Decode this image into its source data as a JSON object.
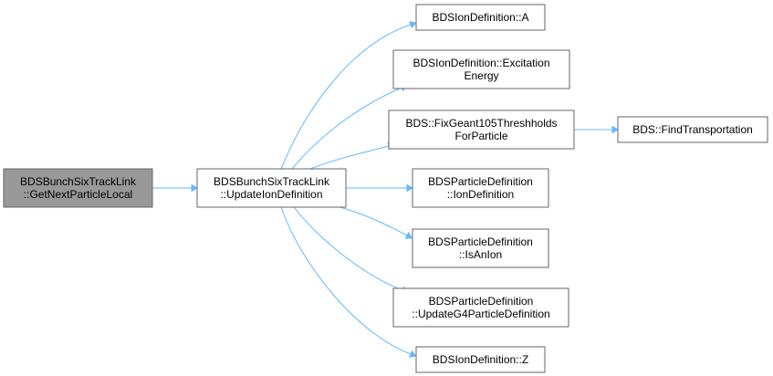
{
  "colors": {
    "edge": "#63b8ff",
    "node_border": "#666666",
    "focus_node_fill": "#999999",
    "node_fill": "#ffffff"
  },
  "nodes": [
    {
      "id": "getnext",
      "lines": [
        "BDSBunchSixTrackLink",
        "::GetNextParticleLocal"
      ],
      "focus": true
    },
    {
      "id": "updateion",
      "lines": [
        "BDSBunchSixTrackLink",
        "::UpdateIonDefinition"
      ]
    },
    {
      "id": "a",
      "lines": [
        "BDSIonDefinition::A"
      ]
    },
    {
      "id": "excitation",
      "lines": [
        "BDSIonDefinition::Excitation",
        "Energy"
      ]
    },
    {
      "id": "fixgeant",
      "lines": [
        "BDS::FixGeant105Threshholds",
        "ForParticle"
      ]
    },
    {
      "id": "findtransport",
      "lines": [
        "BDS::FindTransportation"
      ]
    },
    {
      "id": "iondef",
      "lines": [
        "BDSParticleDefinition",
        "::IonDefinition"
      ]
    },
    {
      "id": "isanion",
      "lines": [
        "BDSParticleDefinition",
        "::IsAnIon"
      ]
    },
    {
      "id": "updateg4",
      "lines": [
        "BDSParticleDefinition",
        "::UpdateG4ParticleDefinition"
      ]
    },
    {
      "id": "z",
      "lines": [
        "BDSIonDefinition::Z"
      ]
    }
  ],
  "edges": [
    {
      "from": "getnext",
      "to": "updateion"
    },
    {
      "from": "updateion",
      "to": "a"
    },
    {
      "from": "updateion",
      "to": "excitation"
    },
    {
      "from": "updateion",
      "to": "fixgeant"
    },
    {
      "from": "updateion",
      "to": "iondef"
    },
    {
      "from": "updateion",
      "to": "isanion"
    },
    {
      "from": "updateion",
      "to": "updateg4"
    },
    {
      "from": "updateion",
      "to": "z"
    },
    {
      "from": "fixgeant",
      "to": "findtransport"
    }
  ]
}
